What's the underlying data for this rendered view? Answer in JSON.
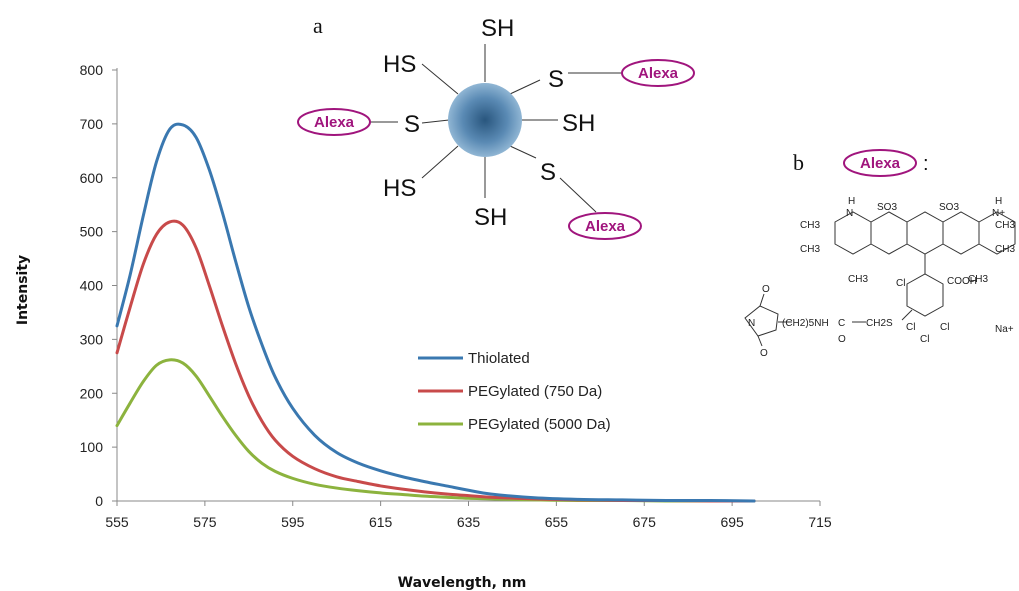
{
  "chart_data": {
    "type": "line",
    "xlabel": "Wavelength, nm",
    "ylabel": "Intensity",
    "xlim": [
      555,
      715
    ],
    "ylim": [
      0,
      800
    ],
    "xticks": [
      "555",
      "575",
      "595",
      "615",
      "635",
      "655",
      "675",
      "695",
      "715"
    ],
    "yticks": [
      "0",
      "100",
      "200",
      "300",
      "400",
      "500",
      "600",
      "700",
      "800"
    ],
    "legend_position": "center-right",
    "series": [
      {
        "name": "Thiolated",
        "color": "#3a78b0",
        "x": [
          555,
          558,
          561,
          564,
          567,
          570,
          573,
          576,
          579,
          582,
          585,
          588,
          591,
          595,
          600,
          605,
          610,
          615,
          620,
          625,
          630,
          635,
          640,
          650,
          660,
          670,
          680,
          690,
          700
        ],
        "y": [
          325,
          420,
          530,
          630,
          690,
          698,
          675,
          615,
          535,
          445,
          360,
          290,
          230,
          172,
          122,
          90,
          70,
          56,
          45,
          36,
          28,
          20,
          13,
          6,
          3,
          2,
          1,
          1,
          0
        ]
      },
      {
        "name": "PEGylated (750 Da)",
        "color": "#c84a4a",
        "x": [
          555,
          558,
          561,
          564,
          567,
          570,
          573,
          576,
          579,
          582,
          585,
          588,
          591,
          595,
          600,
          605,
          610,
          615,
          620,
          625,
          630,
          635,
          640,
          650,
          660,
          670,
          680,
          690,
          700
        ],
        "y": [
          275,
          360,
          440,
          495,
          518,
          512,
          470,
          400,
          325,
          255,
          195,
          148,
          113,
          83,
          60,
          45,
          36,
          28,
          22,
          17,
          13,
          10,
          7,
          4,
          2,
          1,
          1,
          0,
          0
        ]
      },
      {
        "name": "PEGylated (5000 Da)",
        "color": "#8cb33e",
        "x": [
          555,
          558,
          561,
          564,
          567,
          570,
          573,
          576,
          579,
          582,
          585,
          588,
          591,
          595,
          600,
          605,
          610,
          615,
          620,
          625,
          630,
          635,
          640,
          650,
          660,
          670,
          680,
          690,
          700
        ],
        "y": [
          140,
          182,
          222,
          252,
          262,
          256,
          232,
          195,
          157,
          122,
          92,
          70,
          55,
          42,
          31,
          24,
          19,
          15,
          12,
          9,
          7,
          5,
          4,
          2,
          1,
          1,
          0,
          0,
          0
        ]
      }
    ]
  },
  "schematic_a": {
    "letter": "a",
    "groups": [
      "SH",
      "HS",
      "S",
      "SH",
      "S",
      "SH",
      "HS",
      "S"
    ],
    "alexa_labels": [
      "Alexa",
      "Alexa",
      "Alexa"
    ]
  },
  "schematic_b": {
    "letter": "b",
    "alexa_label": "Alexa",
    "colon": ":",
    "chem_labels": [
      "SO3",
      "SO3",
      "H",
      "N",
      "N+",
      "H",
      "CH3",
      "CH3",
      "CH3",
      "CH3",
      "CH3",
      "CH3",
      "Cl",
      "COOH",
      "C",
      "O",
      "(CH2)5NH",
      "CH2S",
      "Cl",
      "Cl",
      "Cl",
      "O",
      "O",
      "N",
      "Na+"
    ]
  }
}
